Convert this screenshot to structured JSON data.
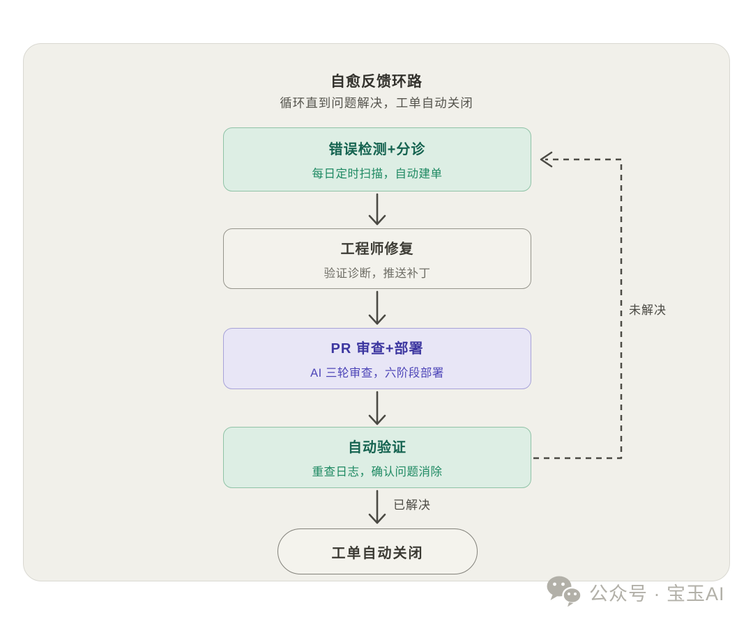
{
  "page": {
    "title": "自愈反馈环路",
    "subtitle": "循环直到问题解决，工单自动关闭"
  },
  "flow": {
    "nodes": [
      {
        "id": "detect",
        "title": "错误检测+分诊",
        "subtitle": "每日定时扫描，自动建单",
        "variant": "green"
      },
      {
        "id": "engineer",
        "title": "工程师修复",
        "subtitle": "验证诊断，推送补丁",
        "variant": "gray"
      },
      {
        "id": "pr",
        "title": "PR 审查+部署",
        "subtitle": "AI 三轮审查，六阶段部署",
        "variant": "purple"
      },
      {
        "id": "verify",
        "title": "自动验证",
        "subtitle": "重查日志，确认问题消除",
        "variant": "green"
      }
    ],
    "end_node": {
      "title": "工单自动关闭"
    },
    "edge_labels": {
      "resolved": "已解决",
      "unresolved": "未解决"
    }
  },
  "watermark": {
    "icon": "wechat-icon",
    "text": "公众号 · 宝玉AI"
  },
  "colors": {
    "card_background": "#f1f0ea",
    "green_fill": "#ddeee4",
    "green_border": "#8fc2a6",
    "green_text": "#156350",
    "gray_fill": "#f3f2ec",
    "gray_border": "#95948b",
    "purple_fill": "#e8e6f6",
    "purple_border": "#a7a2d8",
    "purple_text": "#3d37a0",
    "arrow": "#4b4a44",
    "watermark": "#b2b0a8"
  }
}
